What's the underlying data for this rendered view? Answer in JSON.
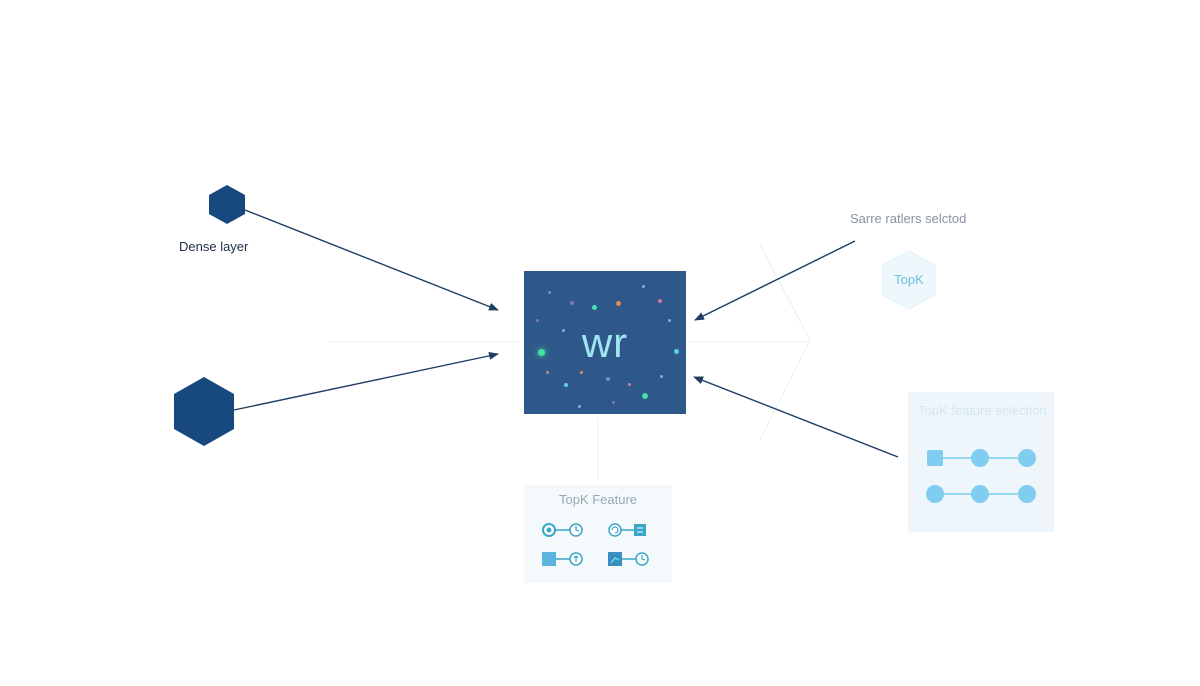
{
  "diagram": {
    "dense_layer_label": "Dense layer",
    "top_right_label": "Sarre ratlers selctod",
    "center_label": "wr",
    "topk_hex_label": "TopK",
    "feature_card_title": "TopK Feature",
    "selection_card_title": "TopK feature selection"
  },
  "colors": {
    "navy": "#17487e",
    "center_fill": "#2e5889",
    "accent_light_blue": "#7fcdf0",
    "teal_text": "#9ee7f2",
    "arrow": "#1f3d63"
  }
}
